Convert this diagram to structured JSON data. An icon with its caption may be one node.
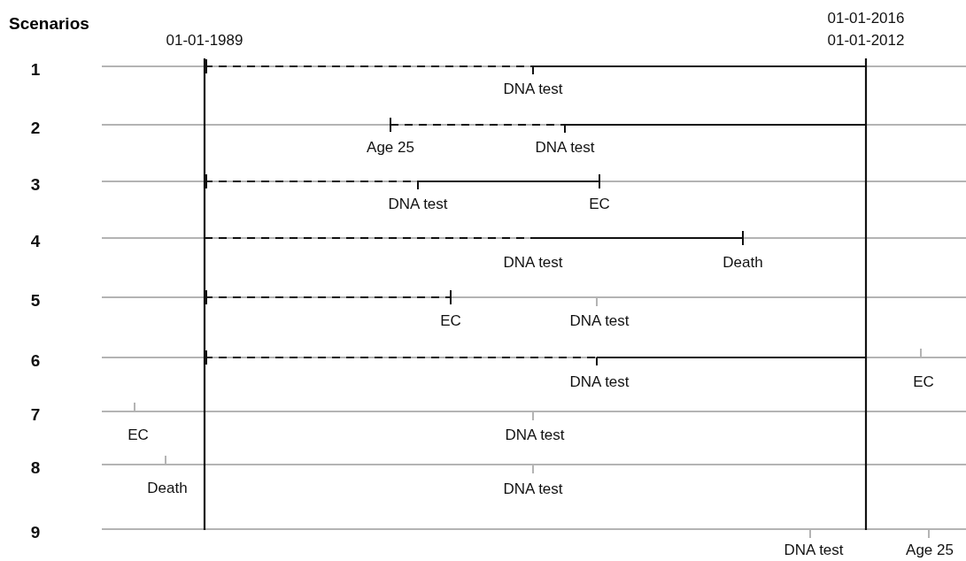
{
  "diagram": {
    "title": "Scenarios",
    "labels": [
      "01-01-2016",
      "01-01-1989",
      "01-01-2012",
      "1",
      "DNA test",
      "2",
      "Age 25",
      "DNA test",
      "3",
      "DNA test",
      "EC",
      "4",
      "DNA test",
      "Death",
      "5",
      "EC",
      "DNA test",
      "6",
      "DNA test",
      "EC",
      "7",
      "EC",
      "DNA test",
      "8",
      "Death",
      "DNA test",
      "9",
      "DNA test",
      "Age 25"
    ]
  }
}
